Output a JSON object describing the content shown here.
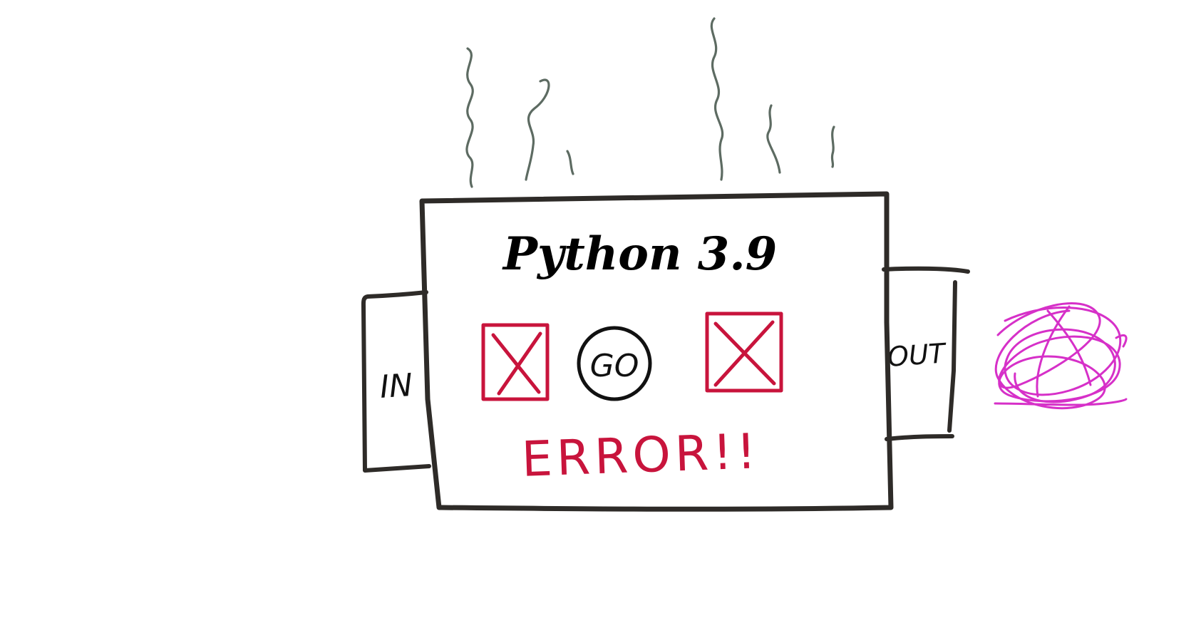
{
  "title": "Python 3.9",
  "input_label": "IN",
  "output_label": "OUT",
  "go_label": "GO",
  "error_label": "ERROR!!",
  "icons": {
    "left_indicator": "x-box-icon",
    "right_indicator": "x-box-icon",
    "go_button": "circle-go-icon",
    "output_scribble": "scribble-icon",
    "steam": "steam-wisps-icon"
  },
  "colors": {
    "outline": "#2e2b28",
    "error_red": "#c8143c",
    "steam": "#5d6b62",
    "scribble_magenta": "#d630c8",
    "title": "#000000"
  }
}
